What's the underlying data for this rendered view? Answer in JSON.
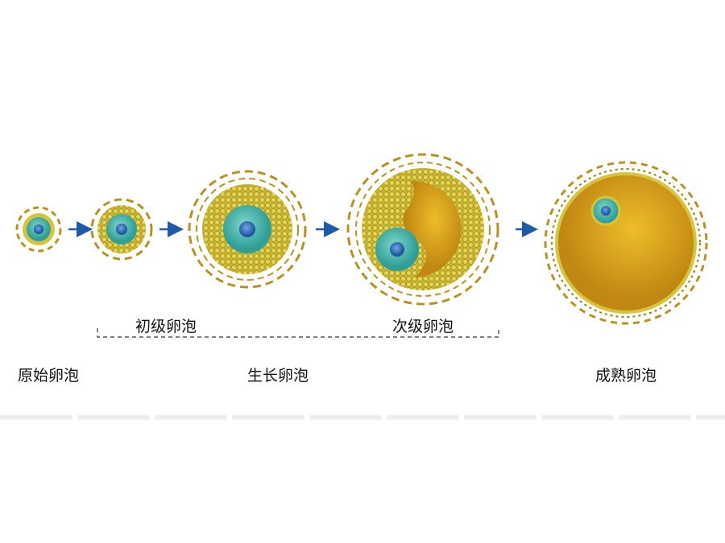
{
  "labels": {
    "primordial": "原始卵泡",
    "primary": "初级卵泡",
    "secondary": "次级卵泡",
    "growing": "生长卵泡",
    "mature": "成熟卵泡"
  },
  "colors": {
    "oocyte": "#3fb3a8",
    "nucleus": "#2f6fb5",
    "granulosa": "#d8c43a",
    "antrum": "#d9a21c",
    "theca": "#b8921e",
    "arrow": "#1f5aa6"
  }
}
